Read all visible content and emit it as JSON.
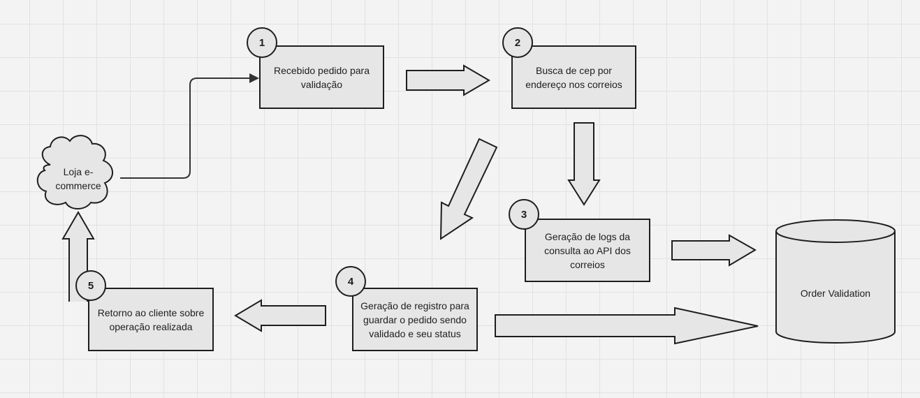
{
  "nodes": {
    "step1": {
      "number": "1",
      "text": "Recebido pedido para validação"
    },
    "step2": {
      "number": "2",
      "text": "Busca de cep por endereço nos correios"
    },
    "step3": {
      "number": "3",
      "text": "Geração de logs da consulta ao API dos correios"
    },
    "step4": {
      "number": "4",
      "text": "Geração de registro para guardar o pedido sendo validado e seu status"
    },
    "step5": {
      "number": "5",
      "text": "Retorno ao cliente sobre operação realizada"
    },
    "cloud": {
      "text": "Loja e-commerce"
    },
    "database": {
      "text": "Order Validation"
    }
  },
  "colors": {
    "shape_fill": "#e6e6e6",
    "stroke": "#1e1e1e",
    "connector": "#333333"
  }
}
